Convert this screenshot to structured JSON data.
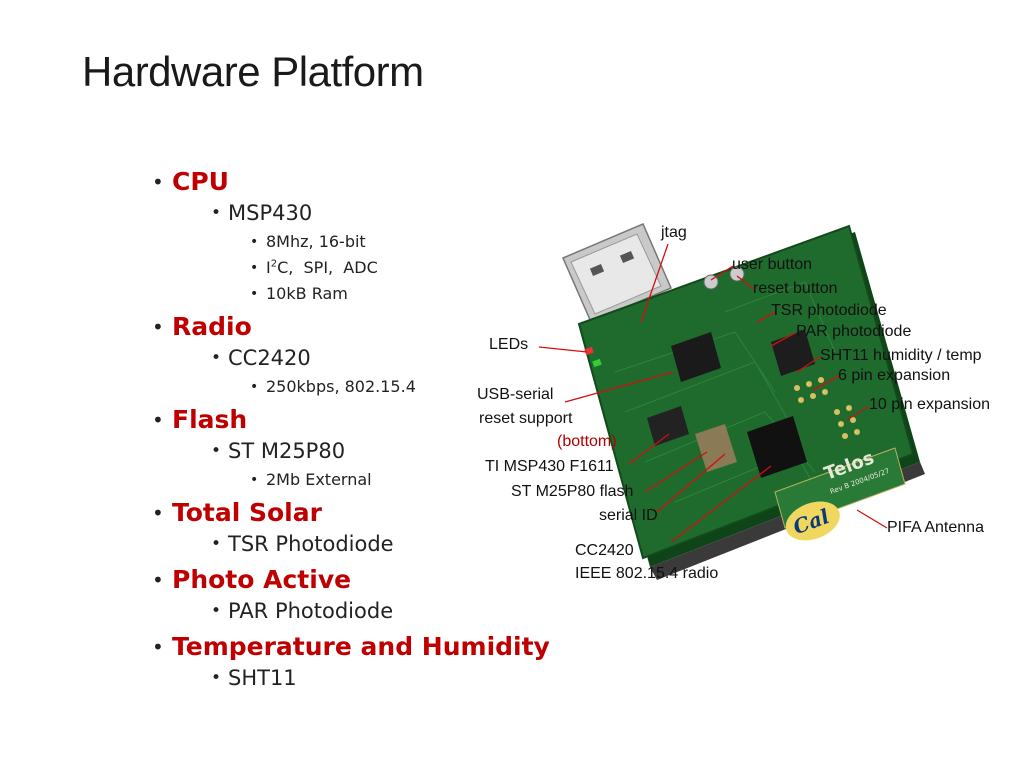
{
  "title": "Hardware Platform",
  "sections": [
    {
      "heading": "CPU",
      "items": [
        {
          "label": "MSP430",
          "sub": [
            "8Mhz, 16-bit",
            "I2C,  SPI,  ADC",
            "10kB Ram"
          ]
        }
      ]
    },
    {
      "heading": "Radio",
      "items": [
        {
          "label": "CC2420",
          "sub": [
            "250kbps, 802.15.4"
          ]
        }
      ]
    },
    {
      "heading": "Flash",
      "items": [
        {
          "label": "ST M25P80",
          "sub": [
            "2Mb External"
          ]
        }
      ]
    },
    {
      "heading": "Total Solar",
      "items": [
        {
          "label": "TSR Photodiode",
          "sub": []
        }
      ]
    },
    {
      "heading": "Photo Active",
      "items": [
        {
          "label": "PAR Photodiode",
          "sub": []
        }
      ]
    },
    {
      "heading": "Temperature and Humidity",
      "items": [
        {
          "label": "SHT11",
          "sub": []
        }
      ]
    }
  ],
  "photo": {
    "labels": {
      "jtag": "jtag",
      "user_button": "user button",
      "reset_button": "reset button",
      "tsr": "TSR photodiode",
      "par": "PAR photodiode",
      "sht11": "SHT11 humidity / temp",
      "pin6": "6 pin expansion",
      "pin10": "10 pin expansion",
      "leds": "LEDs",
      "usb_serial": "USB-serial",
      "reset_support": "reset support",
      "bottom": "(bottom)",
      "msp430": "TI MSP430 F1611",
      "flash": "ST M25P80 flash",
      "serial_id": "serial ID",
      "pifa": "PIFA Antenna",
      "cc2420": "CC2420",
      "ieee": "IEEE 802.15.4 radio"
    },
    "board_text": {
      "brand": "Telos",
      "rev": "Rev B  2004/05/27",
      "logo": "Cal"
    },
    "colors": {
      "pcb": "#1f6b2e",
      "pcb_dark": "#0f4419",
      "callout_line": "#d01010",
      "bottom_label": "#b00000"
    }
  }
}
